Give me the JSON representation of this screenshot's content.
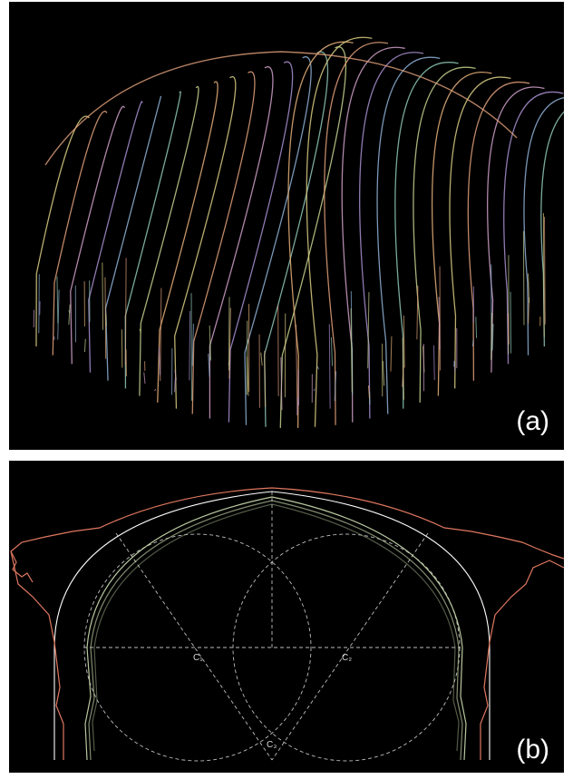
{
  "panels": [
    {
      "label": "(a)"
    },
    {
      "label": "(b)"
    }
  ],
  "centers": [
    "C₁",
    "C₂",
    "C₃"
  ],
  "colors": {
    "background": "#000000",
    "page": "#ffffff",
    "arch_fit": "#ffffff",
    "construction": "#cccccc",
    "outer_profile": "#e07860",
    "inner_profile": "#b8c9a0",
    "palette": [
      "#d9cc82",
      "#e0a07a",
      "#cfa0c8",
      "#a98fd0",
      "#8fb2d6",
      "#8fc7b8",
      "#c3d28f",
      "#e6b07a"
    ]
  }
}
